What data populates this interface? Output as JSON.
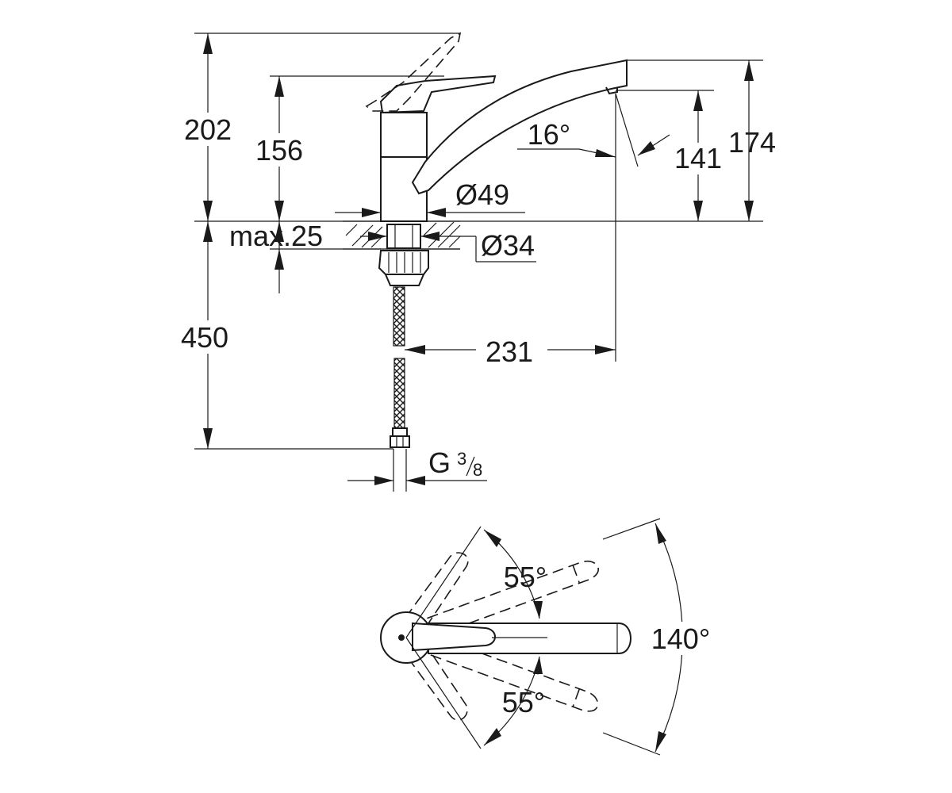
{
  "dimensions": {
    "total_height": "202",
    "lever_height": "156",
    "spout_height_total": "174",
    "outlet_height": "141",
    "spout_angle": "16°",
    "body_diameter": "Ø49",
    "counter_thickness": "max.25",
    "hole_diameter": "Ø34",
    "hose_length": "450",
    "spout_reach": "231",
    "connection_thread": "G",
    "connection_num": "3",
    "connection_den": "8"
  },
  "top_view": {
    "angle_upper": "55°",
    "angle_lower": "55°",
    "angle_total": "140°"
  }
}
